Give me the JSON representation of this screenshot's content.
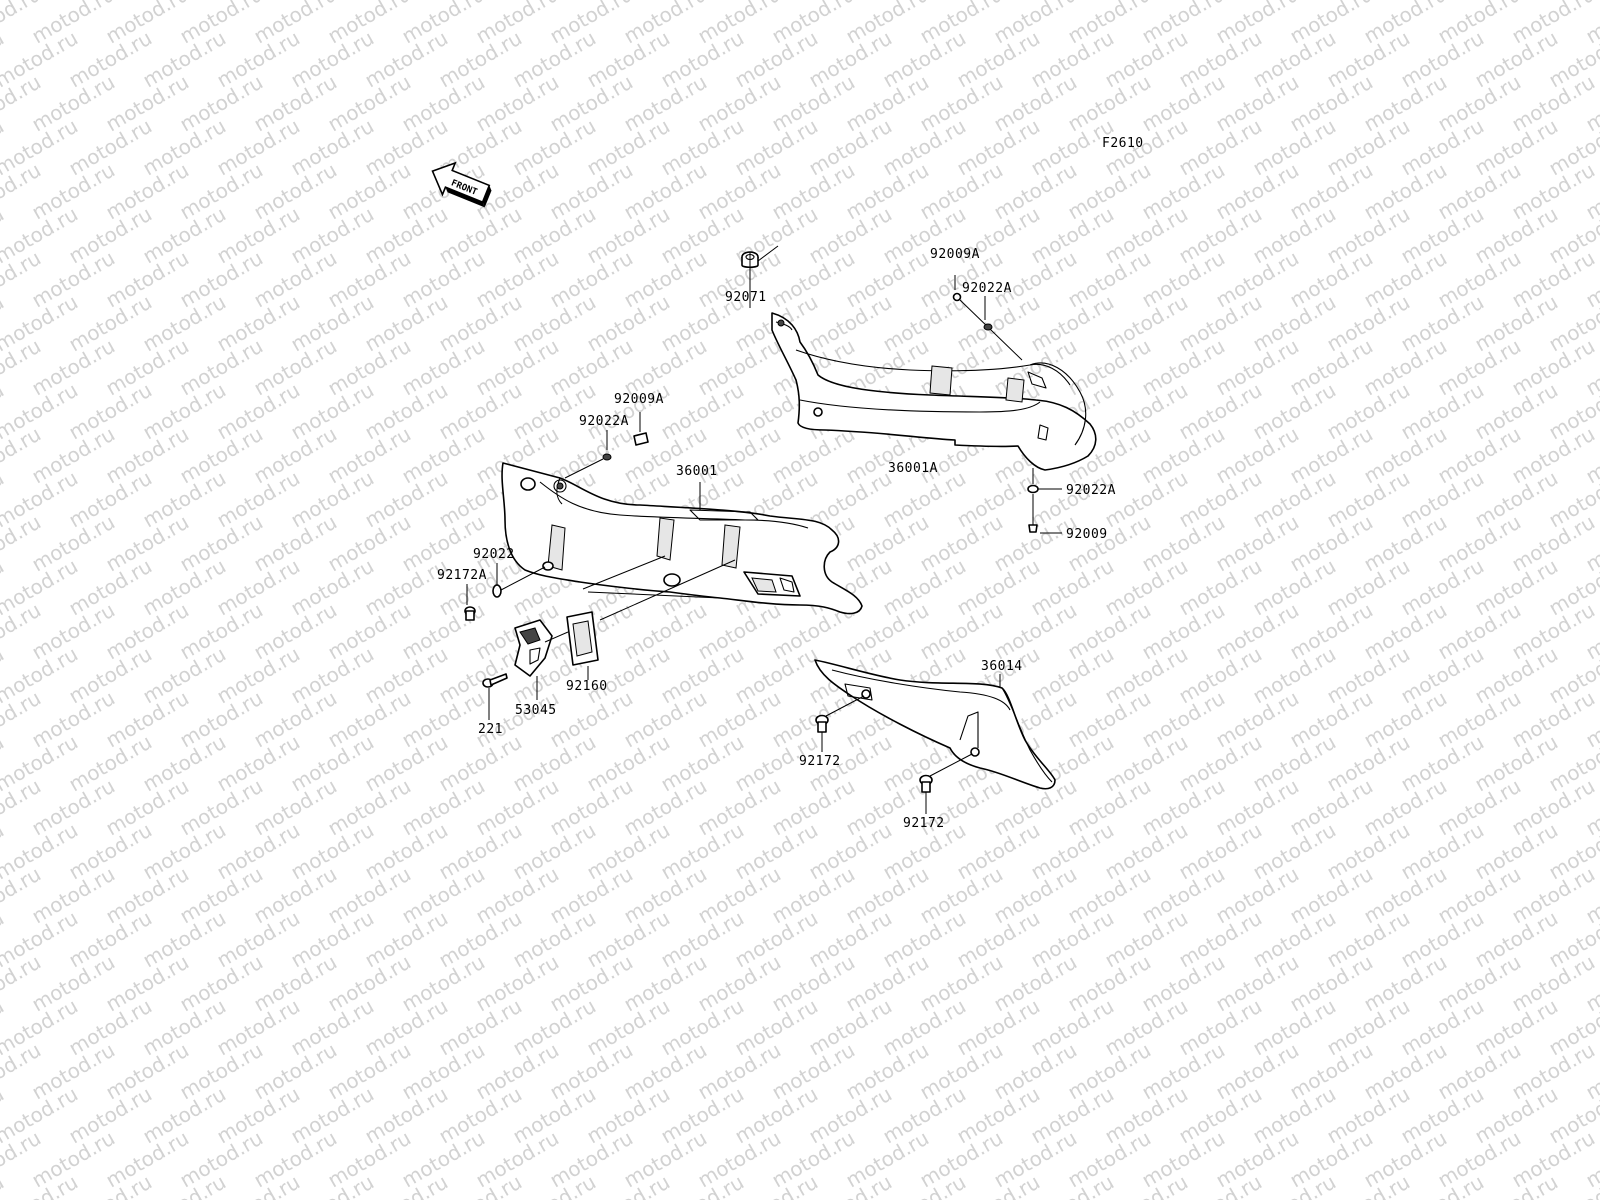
{
  "watermark": "motod.ru",
  "figure_code": "F2610",
  "front_arrow_label": "FRONT",
  "labels": {
    "p92071": "92071",
    "p92009A_top": "92009A",
    "p92022A_top": "92022A",
    "p92009A_left": "92009A",
    "p92022A_left": "92022A",
    "p36001": "36001",
    "p36001A": "36001A",
    "p92022A_right": "92022A",
    "p92009": "92009",
    "p92022": "92022",
    "p92172A": "92172A",
    "p92160": "92160",
    "p53045": "53045",
    "p221": "221",
    "p36014": "36014",
    "p92172_a": "92172",
    "p92172_b": "92172"
  }
}
